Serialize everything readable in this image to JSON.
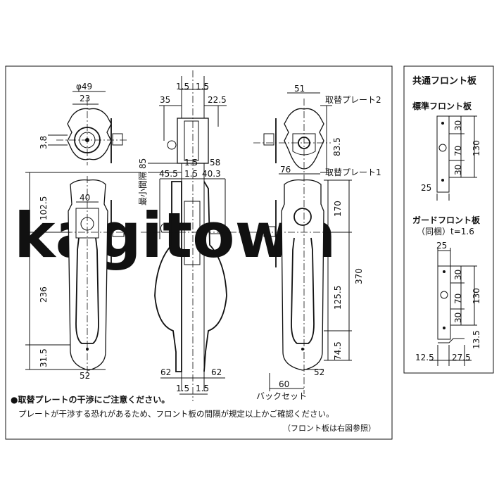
{
  "watermark": "kagitown",
  "note": {
    "title": "●取替プレートの干渉にご注意ください。",
    "body": "プレートが干渉する恐れがあるため、フロント板の間隔が規定以上かご確認ください。",
    "ref": "（フロント板は右図参照）"
  },
  "labels": {
    "plate2": "取替プレート2",
    "plate1": "取替プレート1",
    "min_gap": "最小間隔",
    "backset": "バックセット"
  },
  "dims_left": {
    "d49": "φ49",
    "d23": "23",
    "d38": "3.8",
    "d40": "40",
    "d1025": "102.5",
    "d236": "236",
    "d315": "31.5",
    "d52": "52"
  },
  "dims_mid": {
    "t15a": "1.5",
    "t15b": "1.5",
    "d35": "35",
    "d225": "22.5",
    "d85": "85",
    "d455": "45.5",
    "d15c": "1.5",
    "d58": "58",
    "d15d": "1.5",
    "d403": "40.3",
    "d62a": "62",
    "d62b": "62",
    "b15a": "1.5",
    "b15b": "1.5"
  },
  "dims_right": {
    "d51": "51",
    "d835": "83.5",
    "d76": "76",
    "d170": "170",
    "d370": "370",
    "d1255": "125.5",
    "d745": "74.5",
    "d52": "52",
    "d60": "60"
  },
  "side": {
    "title": "共通フロント板",
    "standard": "標準フロント板",
    "guard": "ガードフロント板",
    "guard_sub": "（同梱）t=1.6",
    "s30a": "30",
    "s70": "70",
    "s30b": "30",
    "s130": "130",
    "s25": "25",
    "g25": "25",
    "g30a": "30",
    "g70": "70",
    "g30b": "30",
    "g130": "130",
    "g135": "13.5",
    "g125": "12.5",
    "g275": "27.5"
  }
}
